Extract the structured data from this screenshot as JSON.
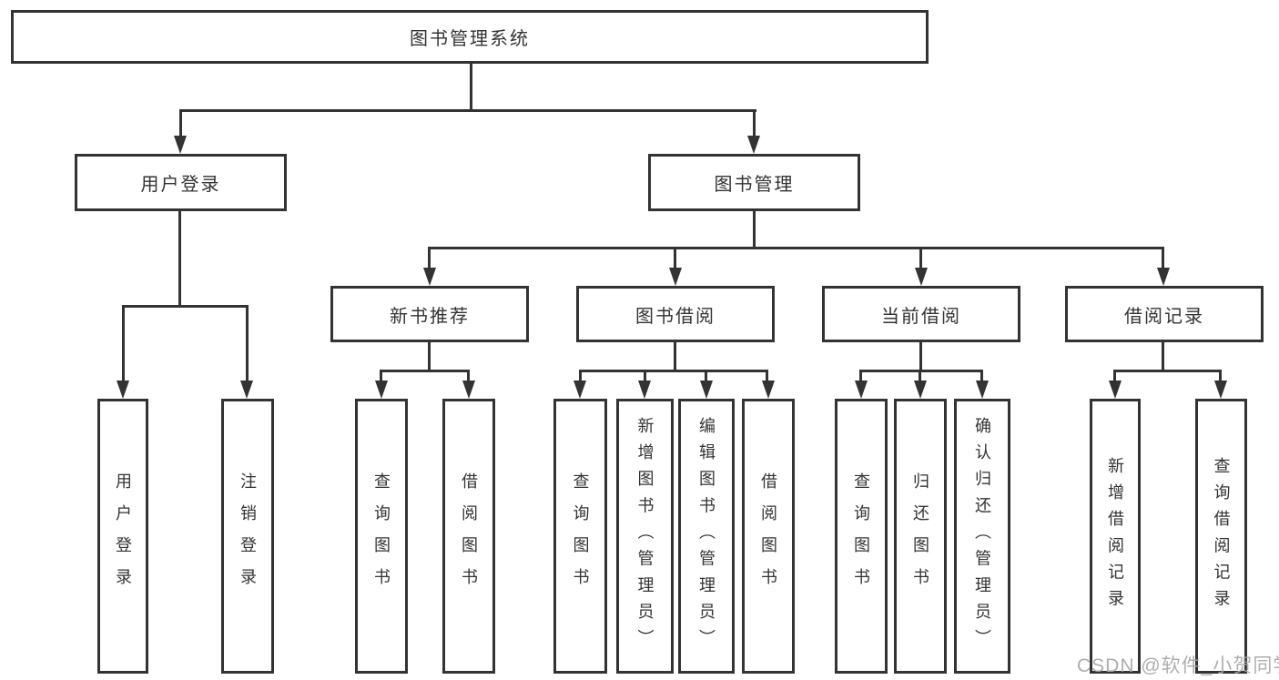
{
  "diagram": {
    "title": "图书管理系统",
    "root_label": "图书管理系统",
    "level1": [
      {
        "label": "用户登录"
      },
      {
        "label": "图书管理"
      }
    ],
    "level2": [
      {
        "label": "新书推荐"
      },
      {
        "label": "图书借阅"
      },
      {
        "label": "当前借阅"
      },
      {
        "label": "借阅记录"
      }
    ],
    "leaves_user_login": [
      "用户登录",
      "注销登录"
    ],
    "leaves_new_book": [
      "查询图书",
      "借阅图书"
    ],
    "leaves_book_borrow": [
      "查询图书",
      "新增图书（管理员）",
      "编辑图书（管理员）",
      "借阅图书"
    ],
    "leaves_current_borrow": [
      "查询图书",
      "归还图书",
      "确认归还（管理员）"
    ],
    "leaves_borrow_record": [
      "新增借阅记录",
      "查询借阅记录"
    ]
  },
  "watermark": "CSDN @软件_小贺同学",
  "colors": {
    "line": "#333333",
    "box_border": "#333333",
    "text": "#333333",
    "watermark": "#a7a7a7",
    "background": "#ffffff"
  }
}
